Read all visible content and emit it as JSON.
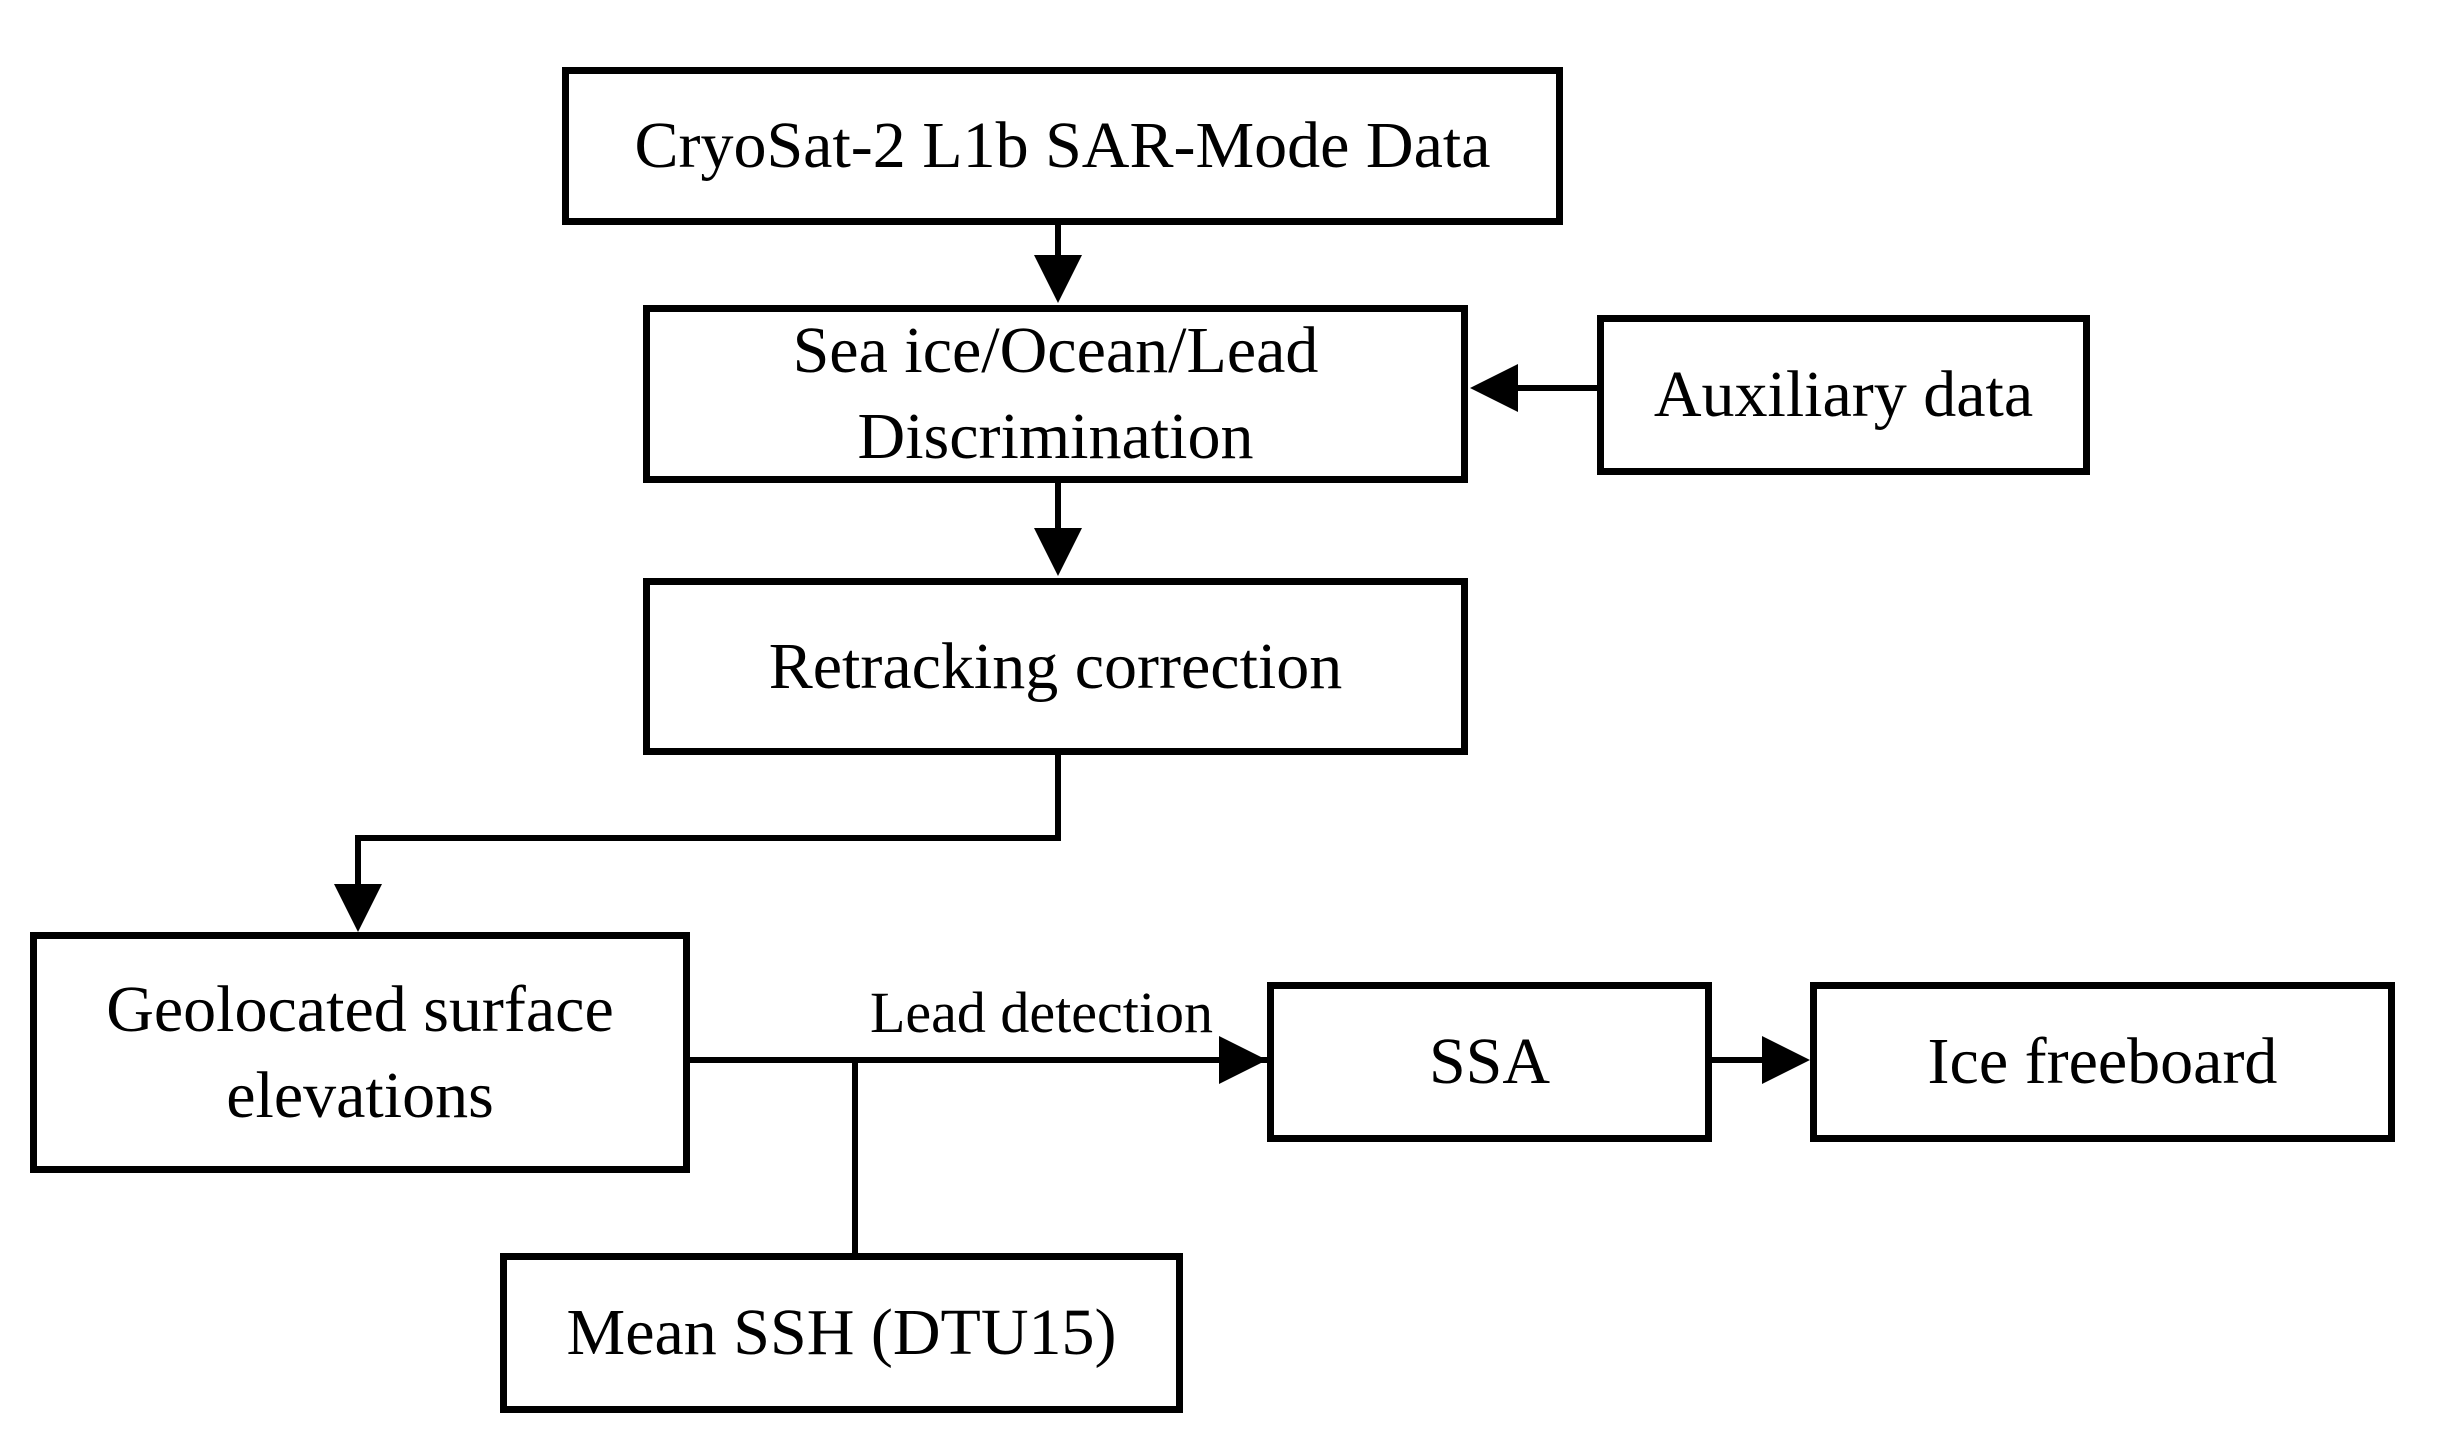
{
  "diagram": {
    "type": "flowchart",
    "background": "#ffffff",
    "line_color": "#000000",
    "text_color": "#000000",
    "nodes": [
      {
        "id": "cryosat-l1b",
        "label": "CryoSat-2 L1b SAR-Mode Data"
      },
      {
        "id": "discrimination",
        "label": "Sea ice/Ocean/Lead\nDiscrimination"
      },
      {
        "id": "auxiliary-data",
        "label": "Auxiliary data"
      },
      {
        "id": "retracking",
        "label": "Retracking correction"
      },
      {
        "id": "geolocated",
        "label": "Geolocated surface\nelevations"
      },
      {
        "id": "ssa",
        "label": "SSA"
      },
      {
        "id": "ice-freeboard",
        "label": "Ice freeboard"
      },
      {
        "id": "mean-ssh",
        "label": "Mean SSH (DTU15)"
      }
    ],
    "edges": [
      {
        "from": "cryosat-l1b",
        "to": "discrimination",
        "style": "arrow"
      },
      {
        "from": "auxiliary-data",
        "to": "discrimination",
        "style": "arrow"
      },
      {
        "from": "discrimination",
        "to": "retracking",
        "style": "arrow"
      },
      {
        "from": "retracking",
        "to": "geolocated",
        "style": "arrow"
      },
      {
        "from": "geolocated",
        "to": "ssa",
        "style": "arrow",
        "label": "Lead detection"
      },
      {
        "from": "ssa",
        "to": "ice-freeboard",
        "style": "arrow"
      },
      {
        "from": "mean-ssh",
        "to": "geolocated-ssa-connector",
        "style": "line"
      }
    ],
    "edge_label": {
      "lead_detection": "Lead detection"
    }
  }
}
